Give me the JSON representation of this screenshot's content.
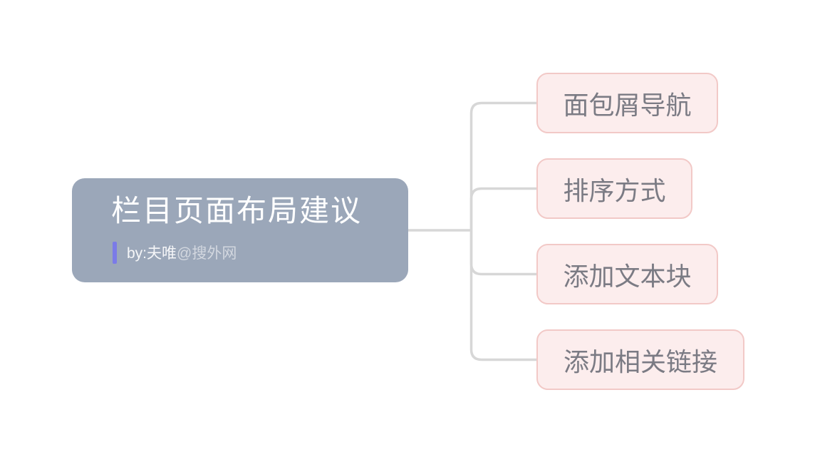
{
  "diagram": {
    "type": "mindmap",
    "root": {
      "title": "栏目页面布局建议",
      "byline": {
        "prefix": "by:夫唯",
        "suffix": "@搜外网"
      }
    },
    "children": [
      {
        "label": "面包屑导航"
      },
      {
        "label": "排序方式"
      },
      {
        "label": "添加文本块"
      },
      {
        "label": "添加相关链接"
      }
    ],
    "colors": {
      "canvas_bg": "#ffffff",
      "root_bg": "#9ba7b9",
      "root_title_text": "#ffffff",
      "byline_accent_bar": "#7b7be8",
      "byline_bright_text": "#f5f6f8",
      "byline_dim_text": "rgba(255,255,255,0.55)",
      "child_bg": "#fceded",
      "child_border": "#f2c9c7",
      "child_text": "#7b7b84",
      "connector": "#d7d7d7"
    }
  }
}
